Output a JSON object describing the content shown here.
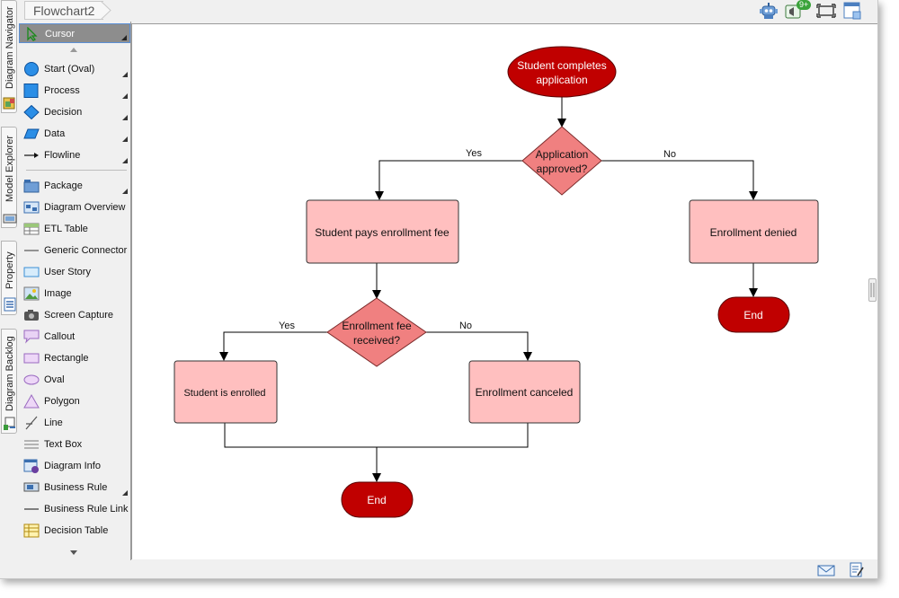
{
  "tab": {
    "title": "Flowchart2"
  },
  "toolbar_icons": [
    "robot-icon",
    "megaphone-icon",
    "fit-diagram-icon",
    "window-layout-icon"
  ],
  "notification_badge": "9+",
  "side_tabs": [
    {
      "label": "Diagram Navigator",
      "icon": "diagram-navigator-icon"
    },
    {
      "label": "Model Explorer",
      "icon": "model-explorer-icon"
    },
    {
      "label": "Property",
      "icon": "property-icon"
    },
    {
      "label": "Diagram Backlog",
      "icon": "diagram-backlog-icon"
    }
  ],
  "palette": {
    "selected": "Cursor",
    "items": [
      {
        "label": "Cursor",
        "icon": "cursor-icon"
      },
      {
        "label": "Start (Oval)",
        "icon": "oval-start-icon"
      },
      {
        "label": "Process",
        "icon": "process-icon"
      },
      {
        "label": "Decision",
        "icon": "decision-icon"
      },
      {
        "label": "Data",
        "icon": "data-icon"
      },
      {
        "label": "Flowline",
        "icon": "flowline-icon"
      },
      {
        "label": "Package",
        "icon": "package-icon"
      },
      {
        "label": "Diagram Overview",
        "icon": "diagram-overview-icon"
      },
      {
        "label": "ETL Table",
        "icon": "etl-table-icon"
      },
      {
        "label": "Generic Connector",
        "icon": "generic-connector-icon"
      },
      {
        "label": "User Story",
        "icon": "user-story-icon"
      },
      {
        "label": "Image",
        "icon": "image-icon"
      },
      {
        "label": "Screen Capture",
        "icon": "camera-icon"
      },
      {
        "label": "Callout",
        "icon": "callout-icon"
      },
      {
        "label": "Rectangle",
        "icon": "rectangle-icon"
      },
      {
        "label": "Oval",
        "icon": "oval-icon"
      },
      {
        "label": "Polygon",
        "icon": "polygon-icon"
      },
      {
        "label": "Line",
        "icon": "line-icon"
      },
      {
        "label": "Text Box",
        "icon": "text-box-icon"
      },
      {
        "label": "Diagram Info",
        "icon": "diagram-info-icon"
      },
      {
        "label": "Business Rule",
        "icon": "business-rule-icon"
      },
      {
        "label": "Business Rule Link",
        "icon": "business-rule-link-icon"
      },
      {
        "label": "Decision Table",
        "icon": "decision-table-icon"
      }
    ]
  },
  "flowchart": {
    "nodes": {
      "start": "Student completes application",
      "approved": "Application approved?",
      "pays": "Student pays enrollment fee",
      "denied": "Enrollment denied",
      "end_denied": "End",
      "fee_received": "Enrollment fee received?",
      "enrolled": "Student is enrolled",
      "canceled": "Enrollment canceled",
      "end_main": "End"
    },
    "edges": {
      "approved_yes": "Yes",
      "approved_no": "No",
      "fee_yes": "Yes",
      "fee_no": "No"
    }
  },
  "colors": {
    "terminal_fill": "#c00000",
    "decision_fill": "#f08080",
    "process_fill": "#ffbfbf",
    "selection": "#5a8fd6"
  },
  "status_icons": [
    "mail-icon",
    "edit-note-icon"
  ]
}
